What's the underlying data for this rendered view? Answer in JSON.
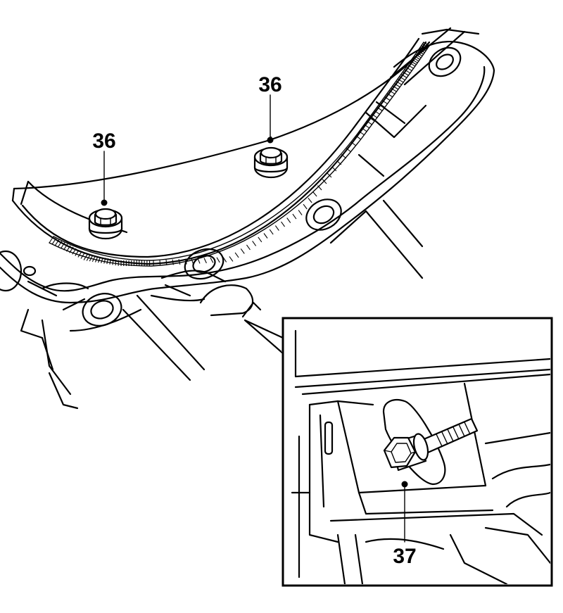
{
  "callouts": {
    "left_bolt": "36",
    "right_bolt": "36",
    "detail_bolt": "37"
  },
  "colors": {
    "ink": "#000000",
    "paper": "#ffffff"
  }
}
